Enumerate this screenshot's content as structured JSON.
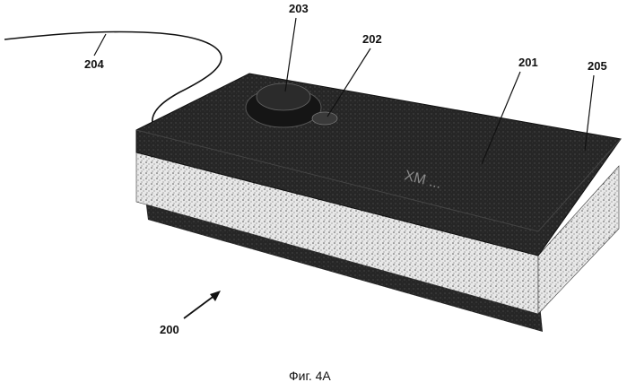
{
  "figure": {
    "labels": {
      "device": "200",
      "top_panel": "201",
      "button": "202",
      "knob": "203",
      "cable": "204",
      "corner": "205"
    },
    "logo_text": "XM ...",
    "caption": "Фиг. 4А"
  },
  "colors": {
    "ink": "#111111",
    "body_dark": "#1f1f1f",
    "side_light": "#d9d9d9",
    "background": "#ffffff"
  }
}
